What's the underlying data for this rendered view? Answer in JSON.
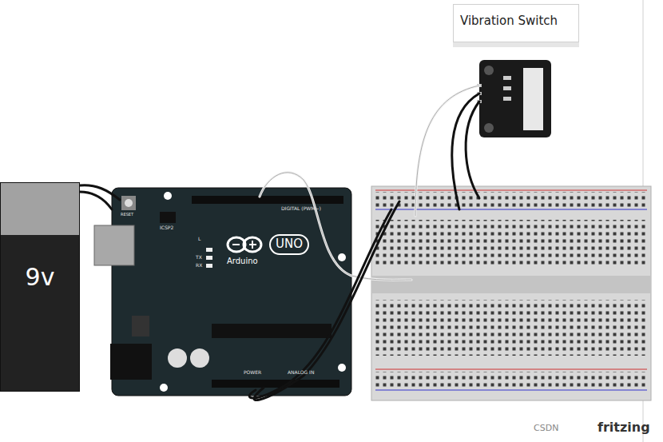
{
  "diagram": {
    "nodes": [
      {
        "text": [
          "Vibration Switch"
        ]
      },
      {
        "text": [
          "9v"
        ]
      }
    ],
    "labels": [
      "RESET",
      "ICSP2",
      "L",
      "TX",
      "RX",
      "Arduino",
      "UNO",
      "DIGITAL (PWM~)",
      "POWER",
      "ANALOG IN",
      "fritzing",
      "CSDN"
    ]
  }
}
